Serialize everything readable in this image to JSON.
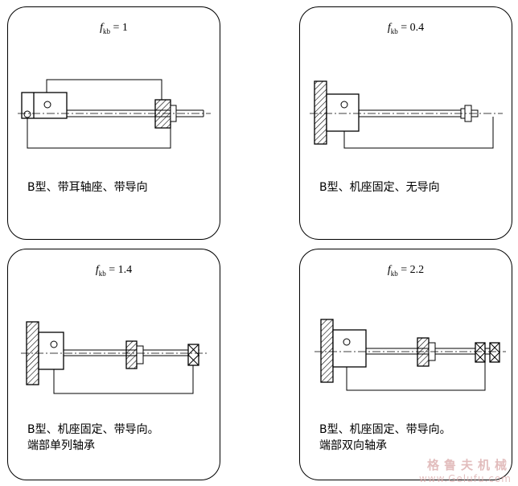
{
  "panels": [
    {
      "coef_symbol": "f",
      "coef_sub": "kb",
      "coef_value": "= 1",
      "caption_lines": [
        "B型、带耳轴座、带导向"
      ]
    },
    {
      "coef_symbol": "f",
      "coef_sub": "kb",
      "coef_value": "= 0.4",
      "caption_lines": [
        "B型、机座固定、无导向"
      ]
    },
    {
      "coef_symbol": "f",
      "coef_sub": "kb",
      "coef_value": "= 1.4",
      "caption_lines": [
        "B型、机座固定、带导向。",
        "端部单列轴承"
      ]
    },
    {
      "coef_symbol": "f",
      "coef_sub": "kb",
      "coef_value": "= 2.2",
      "caption_lines": [
        "B型、机座固定、带导向。",
        "端部双向轴承"
      ]
    }
  ],
  "watermark": {
    "text_cn": "格鲁夫机械",
    "url": "www.Gelufu.com"
  }
}
